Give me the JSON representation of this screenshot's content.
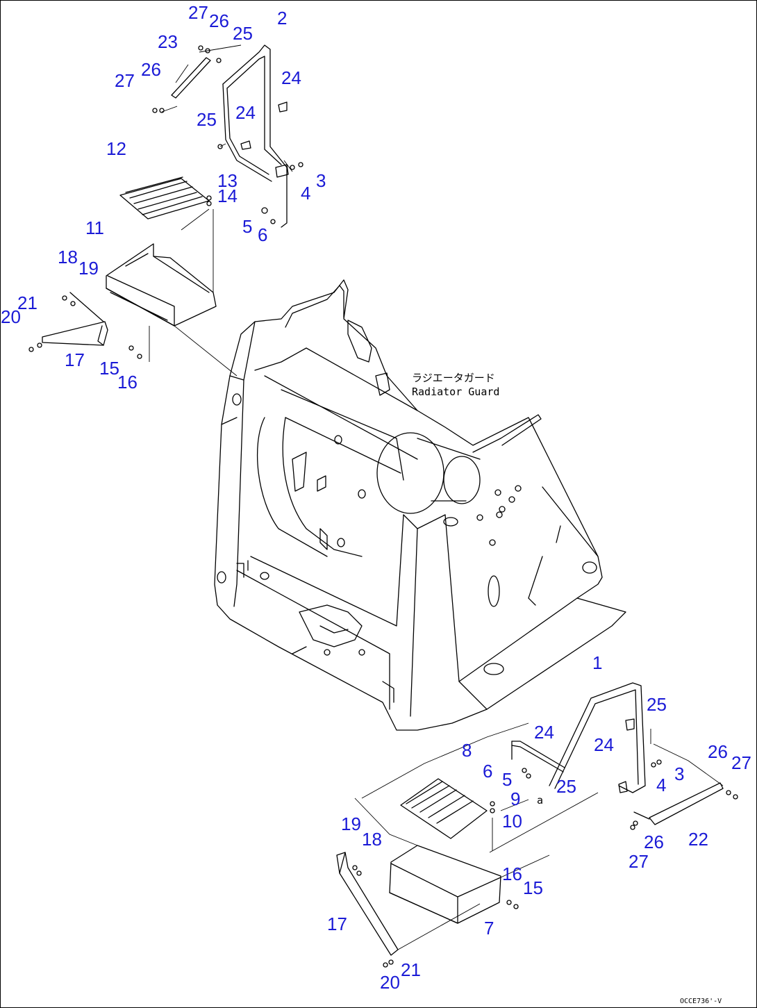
{
  "diagram": {
    "annotation": {
      "japanese": "ラジエータガード",
      "english": "Radiator Guard"
    },
    "small_mark": "a",
    "drawing_code": "OCCE736'-V",
    "callouts": [
      {
        "id": "c1",
        "text": "1"
      },
      {
        "id": "c2",
        "text": "2"
      },
      {
        "id": "c3a",
        "text": "3"
      },
      {
        "id": "c3b",
        "text": "3"
      },
      {
        "id": "c4a",
        "text": "4"
      },
      {
        "id": "c4b",
        "text": "4"
      },
      {
        "id": "c5a",
        "text": "5"
      },
      {
        "id": "c5b",
        "text": "5"
      },
      {
        "id": "c6a",
        "text": "6"
      },
      {
        "id": "c6b",
        "text": "6"
      },
      {
        "id": "c7",
        "text": "7"
      },
      {
        "id": "c8",
        "text": "8"
      },
      {
        "id": "c9",
        "text": "9"
      },
      {
        "id": "c10",
        "text": "10"
      },
      {
        "id": "c11",
        "text": "11"
      },
      {
        "id": "c12",
        "text": "12"
      },
      {
        "id": "c13",
        "text": "13"
      },
      {
        "id": "c14",
        "text": "14"
      },
      {
        "id": "c15a",
        "text": "15"
      },
      {
        "id": "c15b",
        "text": "15"
      },
      {
        "id": "c16a",
        "text": "16"
      },
      {
        "id": "c16b",
        "text": "16"
      },
      {
        "id": "c17a",
        "text": "17"
      },
      {
        "id": "c17b",
        "text": "17"
      },
      {
        "id": "c18a",
        "text": "18"
      },
      {
        "id": "c18b",
        "text": "18"
      },
      {
        "id": "c19a",
        "text": "19"
      },
      {
        "id": "c19b",
        "text": "19"
      },
      {
        "id": "c20a",
        "text": "20"
      },
      {
        "id": "c20b",
        "text": "20"
      },
      {
        "id": "c21a",
        "text": "21"
      },
      {
        "id": "c21b",
        "text": "21"
      },
      {
        "id": "c22",
        "text": "22"
      },
      {
        "id": "c23",
        "text": "23"
      },
      {
        "id": "c24a",
        "text": "24"
      },
      {
        "id": "c24b",
        "text": "24"
      },
      {
        "id": "c24c",
        "text": "24"
      },
      {
        "id": "c24d",
        "text": "24"
      },
      {
        "id": "c25a",
        "text": "25"
      },
      {
        "id": "c25b",
        "text": "25"
      },
      {
        "id": "c25c",
        "text": "25"
      },
      {
        "id": "c25d",
        "text": "25"
      },
      {
        "id": "c26a",
        "text": "26"
      },
      {
        "id": "c26b",
        "text": "26"
      },
      {
        "id": "c26c",
        "text": "26"
      },
      {
        "id": "c26d",
        "text": "26"
      },
      {
        "id": "c27a",
        "text": "27"
      },
      {
        "id": "c27b",
        "text": "27"
      },
      {
        "id": "c27c",
        "text": "27"
      },
      {
        "id": "c27d",
        "text": "27"
      }
    ]
  }
}
